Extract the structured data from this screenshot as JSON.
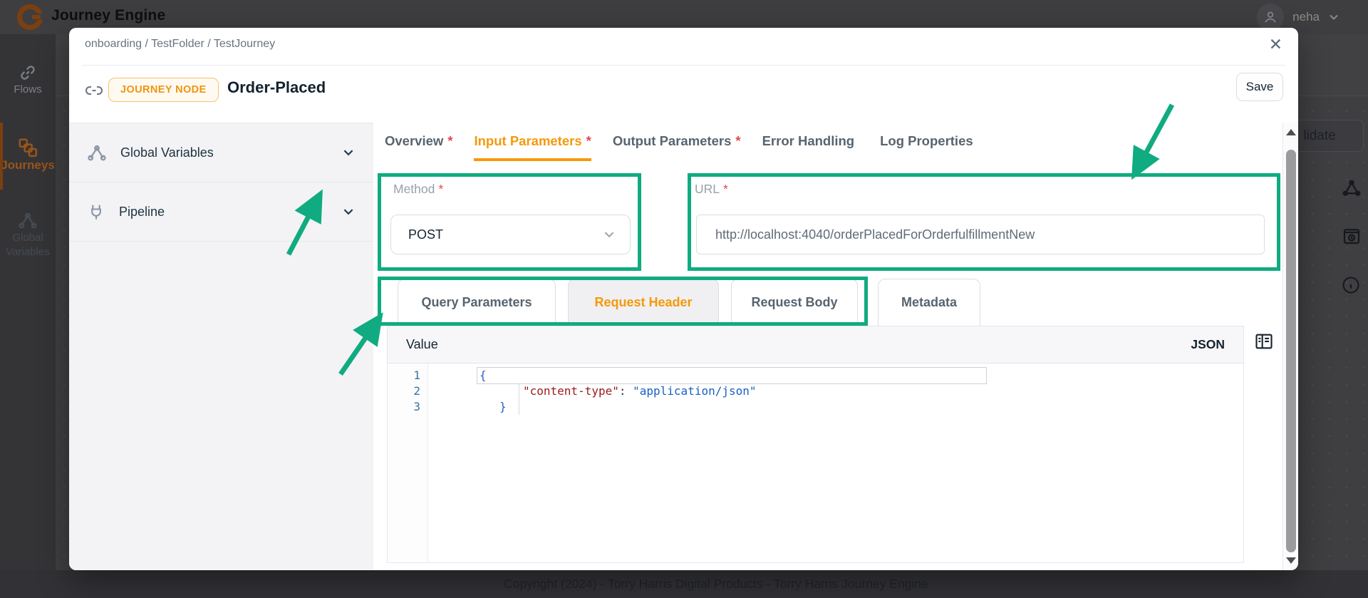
{
  "topbar": {
    "brand": "Journey Engine",
    "user": "neha"
  },
  "sidebar": {
    "items": [
      {
        "label": "Flows"
      },
      {
        "label": "Journeys"
      },
      {
        "label": "Global Variables"
      }
    ]
  },
  "canvas": {
    "validate_label": "lidate",
    "footer": "Copyright (2024) - Torry Harris Digital Products - Torry Harris Journey Engine"
  },
  "icons": {
    "close": "✕"
  },
  "modal": {
    "breadcrumb": "onboarding / TestFolder / TestJourney",
    "node_badge": "JOURNEY NODE",
    "title": "Order-Placed",
    "save_label": "Save",
    "panel": {
      "items": [
        {
          "label": "Global Variables"
        },
        {
          "label": "Pipeline"
        }
      ]
    },
    "tabs": [
      {
        "label": "Overview",
        "required": "*"
      },
      {
        "label": "Input Parameters",
        "required": "*"
      },
      {
        "label": "Output Parameters",
        "required": "*"
      },
      {
        "label": "Error Handling",
        "required": ""
      },
      {
        "label": "Log Properties",
        "required": ""
      }
    ],
    "form": {
      "method_label": "Method",
      "method_required": "*",
      "method_value": "POST",
      "url_label": "URL",
      "url_required": "*",
      "url_value": "http://localhost:4040/orderPlacedForOrderfulfillmentNew"
    },
    "subtabs": [
      {
        "label": "Query Parameters"
      },
      {
        "label": "Request Header"
      },
      {
        "label": "Request Body"
      },
      {
        "label": "Metadata"
      }
    ],
    "editor": {
      "header_label": "Value",
      "mode": "JSON",
      "lines": [
        {
          "num": "1",
          "open": "{"
        },
        {
          "num": "2",
          "key": "\"content-type\"",
          "sep": ": ",
          "value": "\"application/json\""
        },
        {
          "num": "3",
          "close": "}"
        }
      ]
    }
  },
  "colors": {
    "annotation_green": "#10ab80",
    "accent_orange": "#f5990a",
    "badge_orange": "#f0940c"
  }
}
